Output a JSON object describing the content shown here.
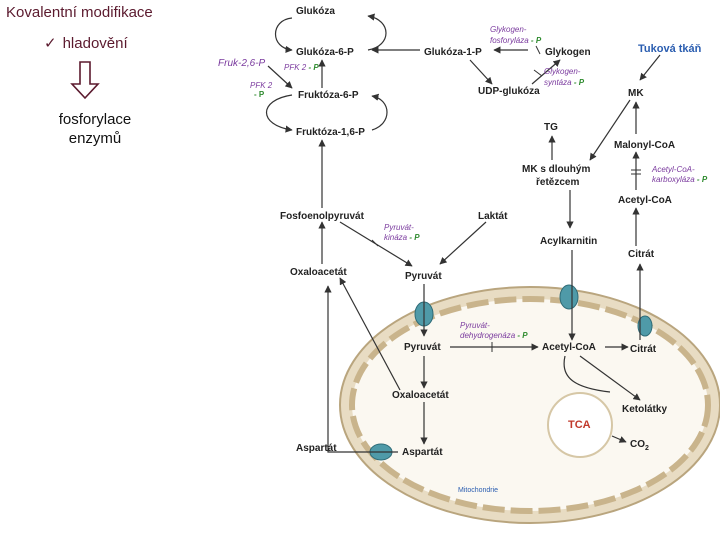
{
  "slide": {
    "title": "Kovalentní modifikace",
    "bullet": "hladovění",
    "note_line1": "fosforylace",
    "note_line2": "enzymů"
  },
  "icons": {
    "bullet": "checkmark-icon",
    "down": "hollow-down-arrow-icon"
  },
  "colors": {
    "title": "#5b1a2e",
    "enzyme": "#7a3a9e",
    "phospho": "#2d8a2d",
    "tissue": "#2a5db0",
    "tca": "#c0392b",
    "membrane": "#d8c7a8"
  },
  "labels": {
    "glukoza": "Glukóza",
    "glukoza6p": "Glukóza-6-P",
    "glukoza1p": "Glukóza-1-P",
    "glykogen": "Glykogen",
    "fruk26p": "Fruk-2,6-P",
    "fruktoza6p": "Fruktóza-6-P",
    "fruktoza16p": "Fruktóza-1,6-P",
    "udpglukoza": "UDP-glukóza",
    "tg": "TG",
    "mk": "MK",
    "malonyl": "Malonyl-CoA",
    "mk_dlouhy1": "MK s dlouhým",
    "mk_dlouhy2": "řetězcem",
    "acetylcoa_out": "Acetyl-CoA",
    "fosfoenol": "Fosfoenolpyruvát",
    "laktat": "Laktát",
    "acylkarnitin": "Acylkarnitin",
    "oxaloacetat_out": "Oxaloacetát",
    "pyruvat_out": "Pyruvát",
    "citrat_out": "Citrát",
    "pyruvat_in": "Pyruvát",
    "acetylcoa_in": "Acetyl-CoA",
    "citrat_in": "Citrát",
    "oxaloacetat_in": "Oxaloacetát",
    "ketolatky": "Ketolátky",
    "tca": "TCA",
    "co2": "CO",
    "co2_sub": "2",
    "aspartat_out": "Aspartát",
    "aspartat_in": "Aspartát",
    "mitochondrie": "Mitochondrie",
    "tukova": "Tuková tkáň"
  },
  "enzymes": {
    "glykogen_fosforylaza_1": "Glykogen-",
    "glykogen_fosforylaza_2": "fosforyláza",
    "glykogen_syntaza_1": "Glykogen-",
    "glykogen_syntaza_2": "syntáza",
    "pfk2_top": "PFK 2",
    "pfk2_left": "PFK 2",
    "acetylcoa_karboxylaza_1": "Acetyl-CoA-",
    "acetylcoa_karboxylaza_2": "karboxyláza",
    "pyruvatkinaza_1": "Pyruvát-",
    "pyruvatkinaza_2": "kináza",
    "pdh_1": "Pyruvát-",
    "pdh_2": "dehydrogenáza",
    "p": "P",
    "dash": "-"
  }
}
